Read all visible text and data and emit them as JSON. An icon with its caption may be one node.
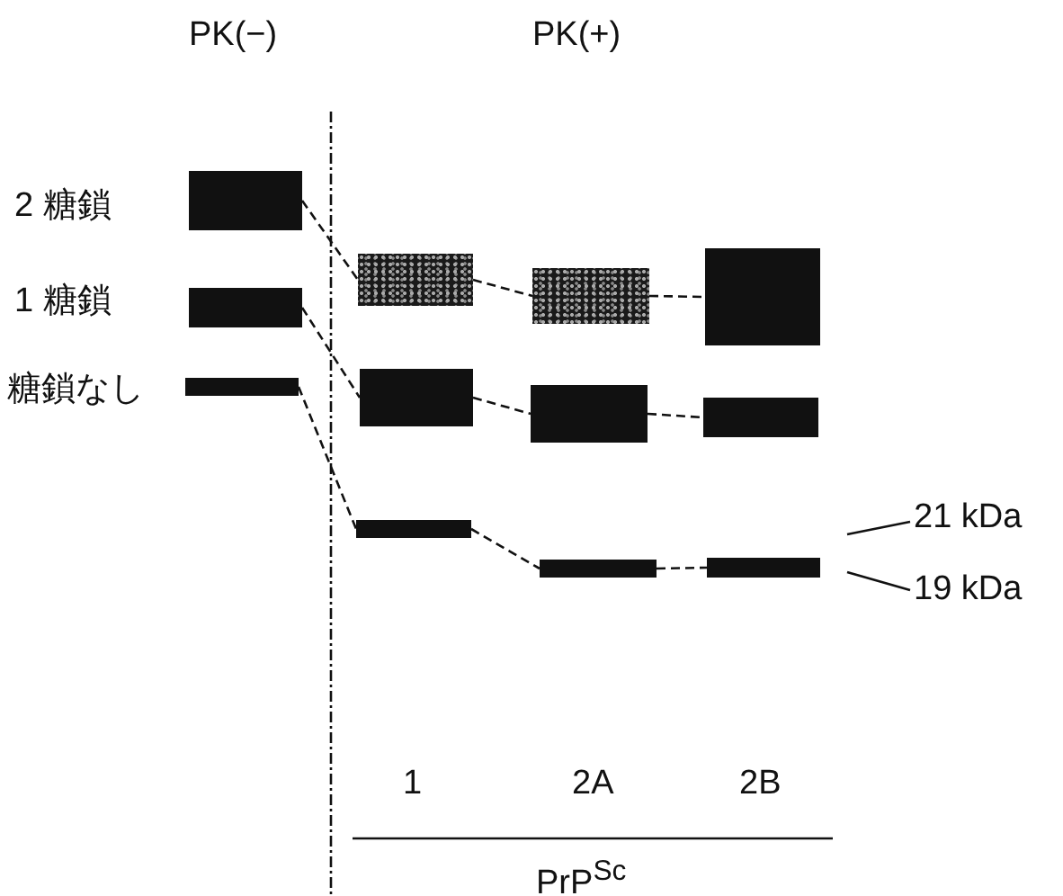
{
  "diagram": {
    "nodes": [
      {
        "text": [],
        "shape": "bar",
        "beside": [
          "2 糖鎖"
        ]
      },
      {
        "text": [],
        "shape": "bar",
        "beside": [
          "1 糖鎖"
        ]
      },
      {
        "text": [],
        "shape": "bar",
        "beside": [
          "糖鎖なし"
        ]
      },
      {
        "text": [],
        "shape": "bar"
      },
      {
        "text": [],
        "shape": "bar"
      },
      {
        "text": [],
        "shape": "bar"
      },
      {
        "text": [],
        "shape": "bar"
      },
      {
        "text": [],
        "shape": "bar"
      },
      {
        "text": [],
        "shape": "bar"
      },
      {
        "text": [],
        "shape": "bar"
      },
      {
        "text": [],
        "shape": "bar"
      },
      {
        "text": [],
        "shape": "bar"
      },
      {
        "text": [
          "21 kDa"
        ]
      },
      {
        "text": [
          "19 kDa"
        ]
      }
    ],
    "edges": [
      {
        "from": 0,
        "to": 3,
        "arrow": "none",
        "style": "dashed"
      },
      {
        "from": 3,
        "to": 4,
        "arrow": "none",
        "style": "dashed"
      },
      {
        "from": 4,
        "to": 5,
        "arrow": "none",
        "style": "dashed"
      },
      {
        "from": 1,
        "to": 6,
        "arrow": "none",
        "style": "dashed"
      },
      {
        "from": 6,
        "to": 7,
        "arrow": "none",
        "style": "dashed"
      },
      {
        "from": 7,
        "to": 8,
        "arrow": "none",
        "style": "dashed"
      },
      {
        "from": 2,
        "to": 9,
        "arrow": "none",
        "style": "dashed"
      },
      {
        "from": 9,
        "to": 10,
        "arrow": "none",
        "style": "dashed"
      },
      {
        "from": 10,
        "to": 11,
        "arrow": "none",
        "style": "dashed"
      },
      {
        "from": 12,
        "to": null,
        "arrow": "none"
      },
      {
        "from": 13,
        "to": null,
        "arrow": "none"
      }
    ],
    "labels": [
      "PK(−)",
      "PK(+)",
      "1",
      "2A",
      "2B",
      "PrP$^{Sc}$"
    ]
  }
}
